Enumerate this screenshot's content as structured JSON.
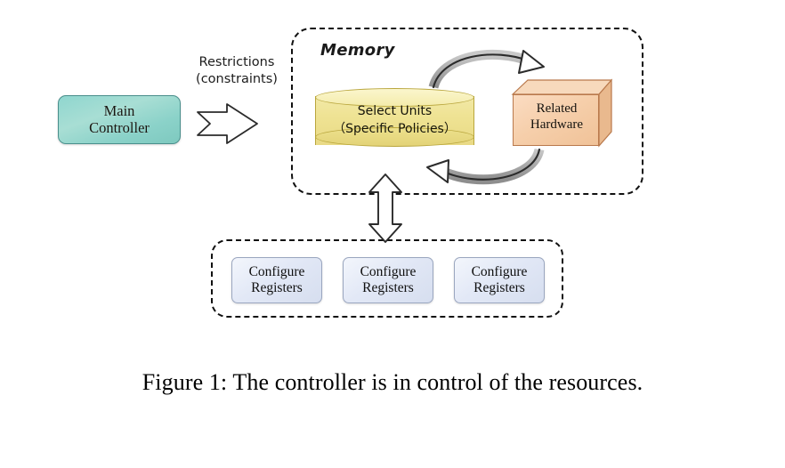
{
  "figure": {
    "caption": "Figure 1: The controller is in control of the resources."
  },
  "main_controller": {
    "line1": "Main",
    "line2": "Controller",
    "fill_color": "#8fd6cf",
    "border_color": "#4a8f8c"
  },
  "restrictions": {
    "line1": "Restrictions",
    "line2": "(constraints)"
  },
  "memory": {
    "label": "Memory",
    "select_units": {
      "line1": "Select Units",
      "line2": "（Specific Policies）",
      "fill_color": "#efe394",
      "border_color": "#b9a63d"
    },
    "related_hardware": {
      "line1": "Related",
      "line2": "Hardware",
      "fill_color": "#f6cfab",
      "border_color": "#b9794c"
    },
    "arrows": {
      "top_curve_direction": "units-to-hardware",
      "bottom_curve_direction": "hardware-to-units",
      "curve_color": "#9b9b9b"
    }
  },
  "registers": {
    "boxes": [
      {
        "line1": "Configure",
        "line2": "Registers"
      },
      {
        "line1": "Configure",
        "line2": "Registers"
      },
      {
        "line1": "Configure",
        "line2": "Registers"
      }
    ],
    "fill_color": "#e2e8f6",
    "border_color": "#9aa6bf"
  },
  "connectors": {
    "controller_to_memory": "block-arrow-right",
    "memory_to_registers": "block-arrow-double-vertical",
    "outline_color": "#2b2b2b"
  },
  "chart_data": {
    "type": "diagram",
    "title": "The controller is in control of the resources.",
    "nodes": [
      {
        "id": "main-controller",
        "label": "Main Controller",
        "shape": "rounded-rect",
        "color": "#8fd6cf"
      },
      {
        "id": "memory",
        "label": "Memory",
        "shape": "dashed-container",
        "color": "#ffffff"
      },
      {
        "id": "select-units",
        "label": "Select Units （Specific Policies）",
        "shape": "cylinder",
        "color": "#efe394"
      },
      {
        "id": "related-hardware",
        "label": "Related Hardware",
        "shape": "cube",
        "color": "#f6cfab"
      },
      {
        "id": "registers",
        "label": "Configure Registers group",
        "shape": "dashed-container",
        "color": "#ffffff"
      },
      {
        "id": "reg-0",
        "label": "Configure Registers",
        "shape": "rounded-rect",
        "color": "#e2e8f6"
      },
      {
        "id": "reg-1",
        "label": "Configure Registers",
        "shape": "rounded-rect",
        "color": "#e2e8f6"
      },
      {
        "id": "reg-2",
        "label": "Configure Registers",
        "shape": "rounded-rect",
        "color": "#e2e8f6"
      }
    ],
    "edges": [
      {
        "from": "main-controller",
        "to": "memory",
        "label": "Restrictions (constraints)",
        "style": "block-arrow"
      },
      {
        "from": "select-units",
        "to": "related-hardware",
        "label": "",
        "style": "curved-arrow"
      },
      {
        "from": "related-hardware",
        "to": "select-units",
        "label": "",
        "style": "curved-arrow"
      },
      {
        "from": "memory",
        "to": "registers",
        "label": "",
        "style": "double-block-arrow"
      }
    ]
  }
}
